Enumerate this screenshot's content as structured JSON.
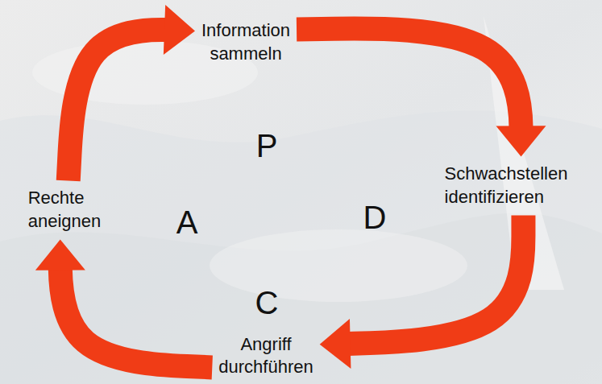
{
  "diagram": {
    "nodes": [
      {
        "text": [
          "Information sammeln"
        ]
      },
      {
        "text": [
          "Schwachstellen identifizieren"
        ]
      },
      {
        "text": [
          "Angriff durchführen"
        ]
      },
      {
        "text": [
          "Rechte aneignen"
        ]
      }
    ],
    "edges": [
      {
        "from": 0,
        "to": 1,
        "arrow": "to"
      },
      {
        "from": 1,
        "to": 2,
        "arrow": "to"
      },
      {
        "from": 2,
        "to": 3,
        "arrow": "to"
      },
      {
        "from": 3,
        "to": 0,
        "arrow": "to"
      }
    ],
    "labels": [
      "P",
      "D",
      "C",
      "A"
    ]
  }
}
